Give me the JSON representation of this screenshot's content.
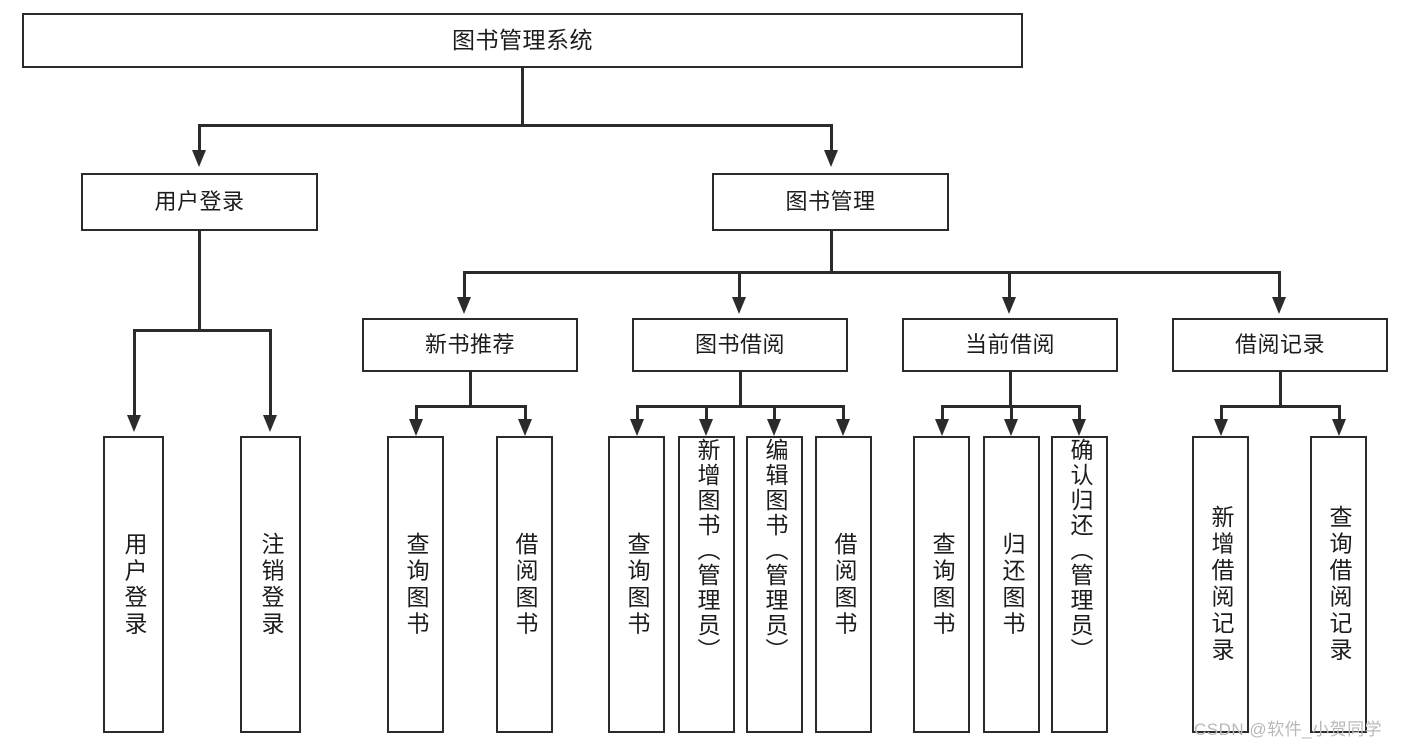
{
  "diagram": {
    "title": "图书管理系统",
    "type": "tree",
    "root": {
      "label": "图书管理系统",
      "children": [
        {
          "label": "用户登录",
          "children": [
            {
              "label": "用户登录"
            },
            {
              "label": "注销登录"
            }
          ]
        },
        {
          "label": "图书管理",
          "children": [
            {
              "label": "新书推荐",
              "children": [
                {
                  "label": "查询图书"
                },
                {
                  "label": "借阅图书"
                }
              ]
            },
            {
              "label": "图书借阅",
              "children": [
                {
                  "label": "查询图书"
                },
                {
                  "label": "新增图书（管理员）"
                },
                {
                  "label": "编辑图书（管理员）"
                },
                {
                  "label": "借阅图书"
                }
              ]
            },
            {
              "label": "当前借阅",
              "children": [
                {
                  "label": "查询图书"
                },
                {
                  "label": "归还图书"
                },
                {
                  "label": "确认归还（管理员）"
                }
              ]
            },
            {
              "label": "借阅记录",
              "children": [
                {
                  "label": "新增借阅记录"
                },
                {
                  "label": "查询借阅记录"
                }
              ]
            }
          ]
        }
      ]
    }
  },
  "nodes": {
    "root": "图书管理系统",
    "l1": {
      "user_login": "用户登录",
      "book_manage": "图书管理"
    },
    "l2": {
      "new_book_rec": "新书推荐",
      "book_borrow": "图书借阅",
      "current_borrow": "当前借阅",
      "borrow_record": "借阅记录"
    },
    "leaves": {
      "user_login_a": "用户登录",
      "user_login_b": "注销登录",
      "rec_a": "查询图书",
      "rec_b": "借阅图书",
      "borrow_a": "查询图书",
      "borrow_b": "新增图书（管理员）",
      "borrow_c": "编辑图书（管理员）",
      "borrow_d": "借阅图书",
      "cur_a": "查询图书",
      "cur_b": "归还图书",
      "cur_c": "确认归还（管理员）",
      "rlog_a": "新增借阅记录",
      "rlog_b": "查询借阅记录"
    }
  },
  "watermark": {
    "text": "CSDN @软件_小贺同学"
  },
  "colors": {
    "stroke": "#2b2b2b",
    "fill": "#ffffff",
    "text": "#1c1c1c",
    "watermark": "#b9b9b9"
  }
}
